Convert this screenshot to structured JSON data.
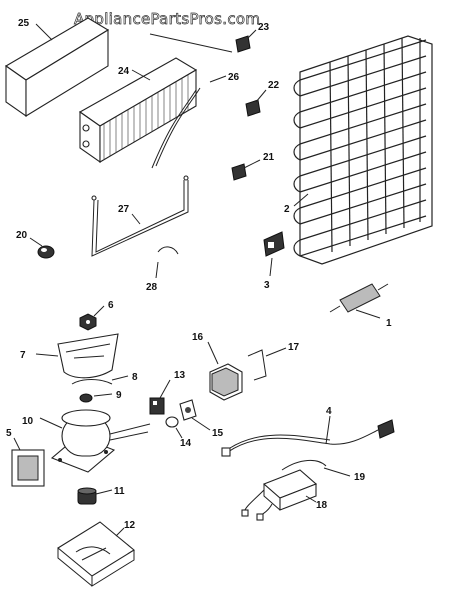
{
  "watermark": "AppliancePartsPros.com",
  "callouts": {
    "p1": "1",
    "p2": "2",
    "p3": "3",
    "p4": "4",
    "p5": "5",
    "p6": "6",
    "p7": "7",
    "p8": "8",
    "p9": "9",
    "p10": "10",
    "p11": "11",
    "p12": "12",
    "p13": "13",
    "p14": "14",
    "p15": "15",
    "p16": "16",
    "p17": "17",
    "p18": "18",
    "p19": "19",
    "p20": "20",
    "p21": "21",
    "p22": "22",
    "p23": "23",
    "p24": "24",
    "p25": "25",
    "p26": "26",
    "p27": "27",
    "p28": "28"
  }
}
